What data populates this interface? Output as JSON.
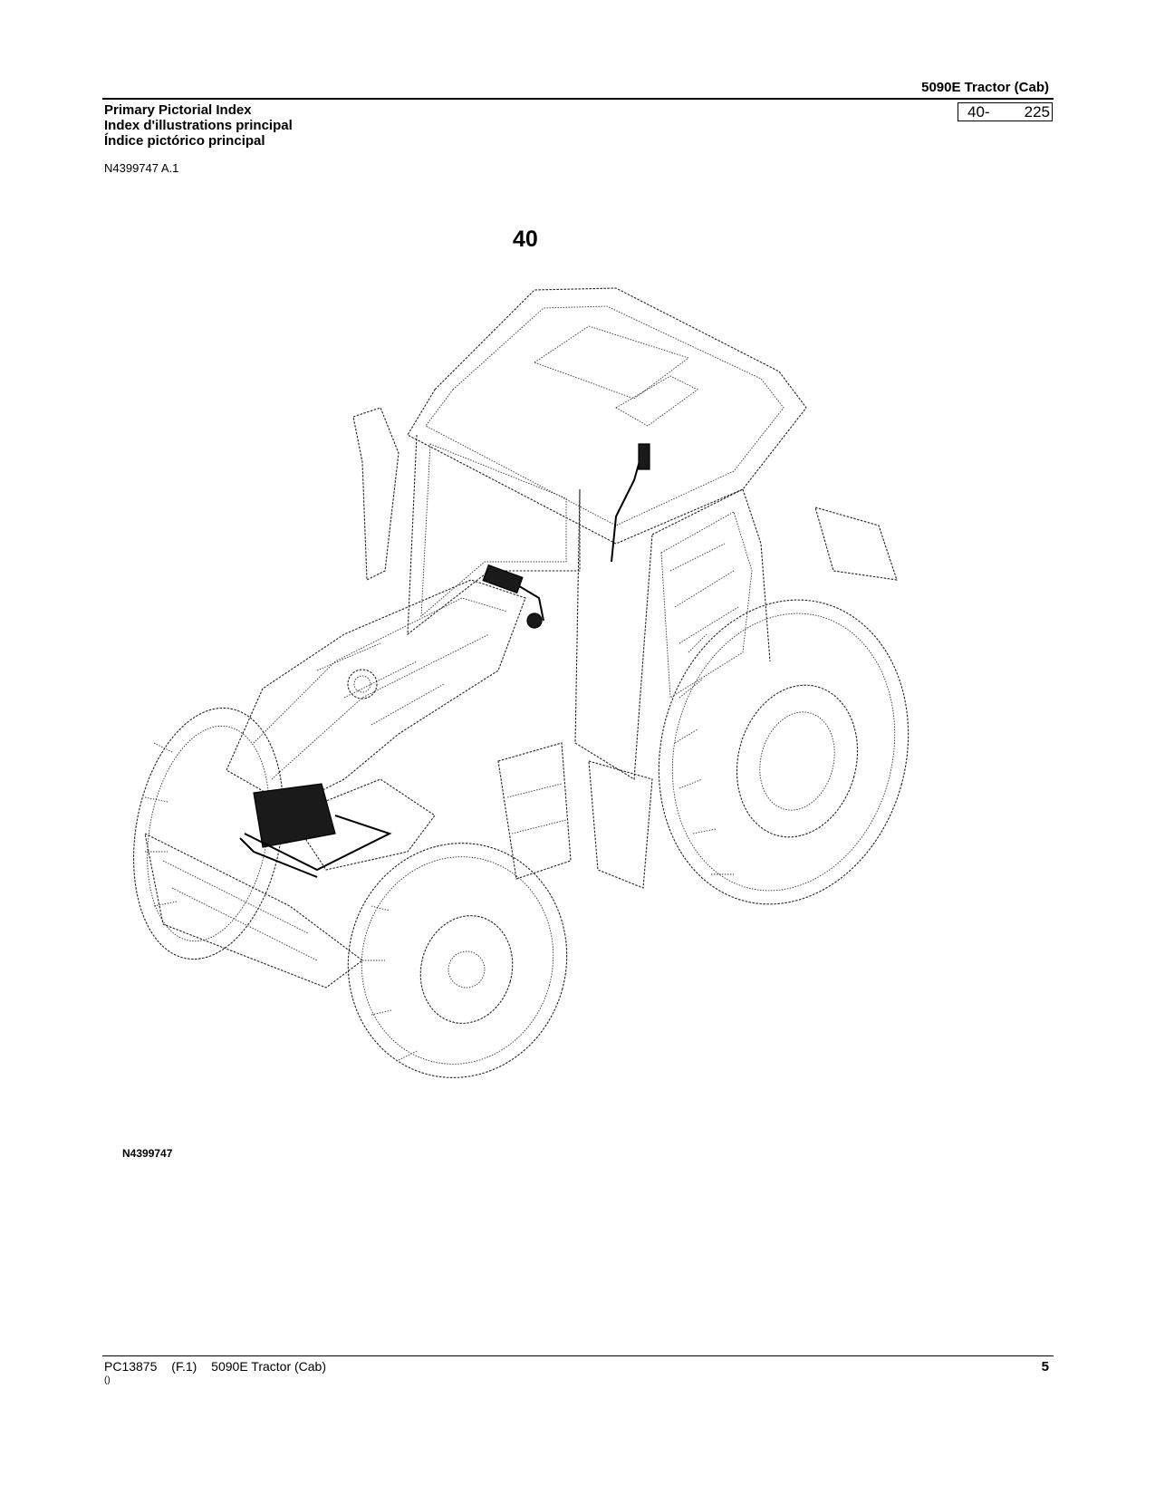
{
  "header": {
    "model_title": "5090E  Tractor  (Cab)",
    "section_titles": [
      "Primary Pictorial Index",
      "Index d'illustrations principal",
      "Índice pictórico principal"
    ],
    "page_ref": {
      "section": "40-",
      "number": "225"
    },
    "illustration_ref": "N4399747 A.1"
  },
  "illustration": {
    "group_number": "40",
    "figure_label": "N4399747",
    "subject": "tractor-cab-wiring-illustration"
  },
  "footer": {
    "doc_code": "PC13875",
    "revision": "(F.1)",
    "model": "5090E Tractor (Cab)",
    "note": "()",
    "page_number": "5"
  }
}
